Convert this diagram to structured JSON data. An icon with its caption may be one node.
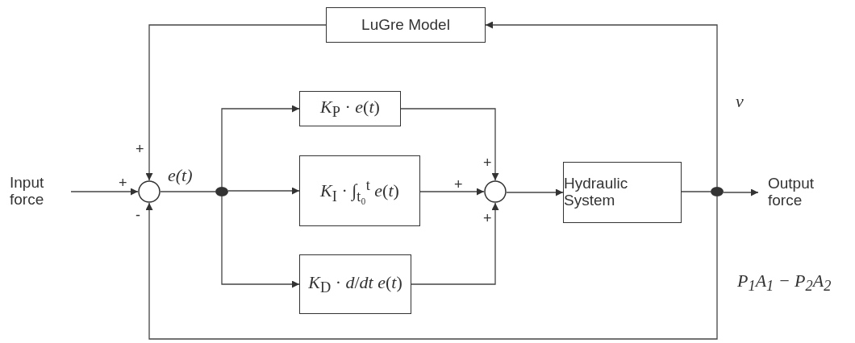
{
  "diagram": {
    "nodes": [
      {
        "text": [
          "Input force"
        ]
      },
      {
        "text": [],
        "shape": "circle"
      },
      {
        "text": [],
        "shape": "dot"
      },
      {
        "text": [
          "*K*$_{P}$ · *e*(*t*)"
        ]
      },
      {
        "text": [
          "*K*$_{I}$ · ∫$_{t₀}$$^{t}$ *e*(*t*)"
        ]
      },
      {
        "text": [
          "*K*$_{D}$ · *d*/*dt* *e*(*t*)"
        ]
      },
      {
        "text": [],
        "shape": "circle"
      },
      {
        "text": [
          "Hydraulic System"
        ]
      },
      {
        "text": [],
        "shape": "dot"
      },
      {
        "text": [
          "Output force"
        ]
      },
      {
        "text": [
          "LuGre Model"
        ]
      }
    ],
    "edges": [
      {
        "from": 0,
        "to": 1,
        "arrow": "to"
      },
      {
        "from": 1,
        "to": 2,
        "arrow": "none",
        "label": "e(t)"
      },
      {
        "from": 2,
        "to": 3,
        "arrow": "to"
      },
      {
        "from": 2,
        "to": 4,
        "arrow": "to"
      },
      {
        "from": 2,
        "to": 5,
        "arrow": "to"
      },
      {
        "from": 3,
        "to": 6,
        "arrow": "to"
      },
      {
        "from": 4,
        "to": 6,
        "arrow": "to"
      },
      {
        "from": 5,
        "to": 6,
        "arrow": "to"
      },
      {
        "from": 6,
        "to": 7,
        "arrow": "to"
      },
      {
        "from": 7,
        "to": 8,
        "arrow": "none"
      },
      {
        "from": 8,
        "to": 9,
        "arrow": "to"
      },
      {
        "from": 8,
        "to": 10,
        "arrow": "to",
        "label": "v"
      },
      {
        "from": 10,
        "to": 1,
        "arrow": "to"
      },
      {
        "from": 8,
        "to": 1,
        "arrow": "to",
        "label": "P$_{1}$A$_{1}$ − P$_{2}$A$_{2}$"
      }
    ],
    "labels": [
      "+",
      "+",
      "-",
      "+",
      "+",
      "+"
    ]
  }
}
